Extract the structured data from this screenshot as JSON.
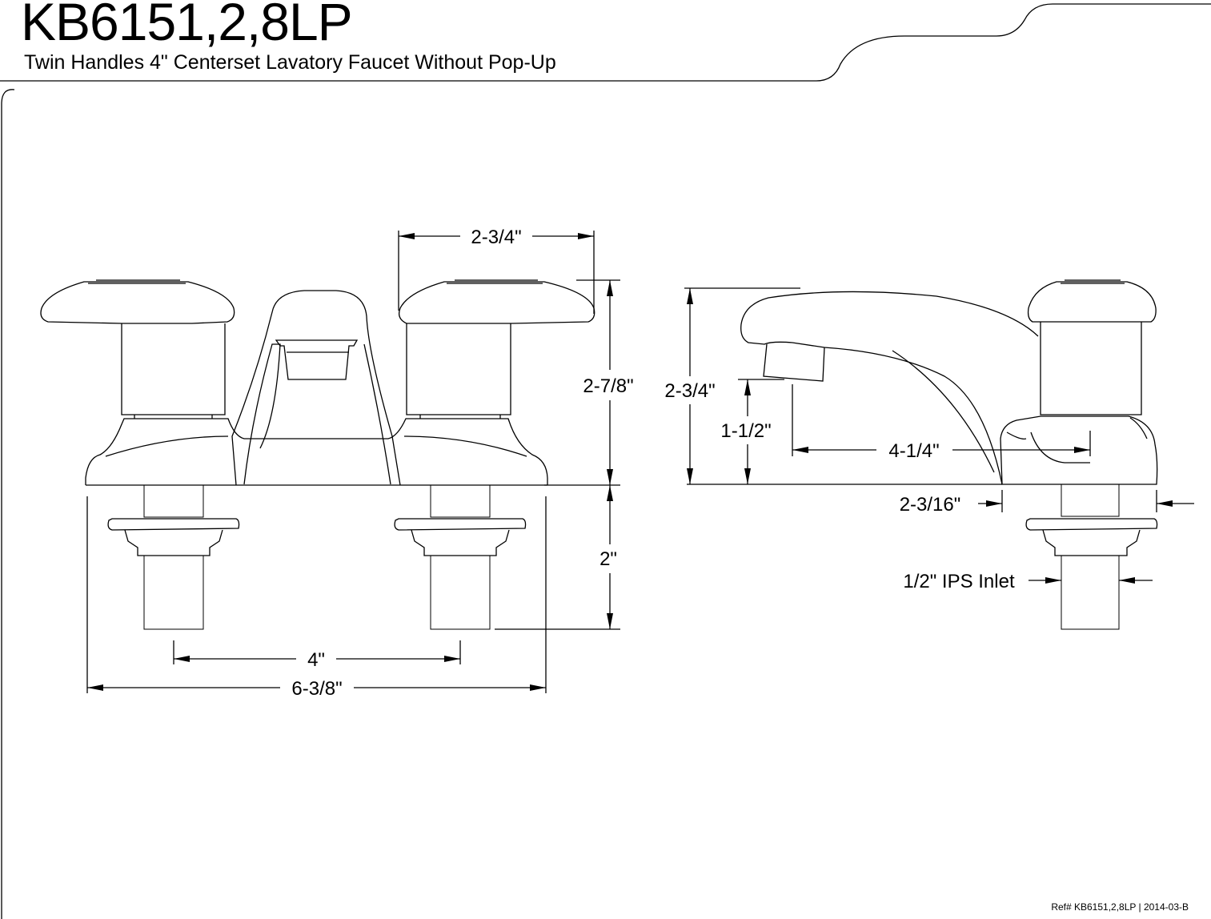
{
  "header": {
    "model": "KB6151,2,8LP",
    "description": "Twin Handles 4\" Centerset Lavatory Faucet Without Pop-Up"
  },
  "dimensions": {
    "handle_width": "2-3/4\"",
    "body_height": "2-7/8\"",
    "shank_length": "2\"",
    "center_spacing": "4\"",
    "base_width": "6-3/8\"",
    "side_height": "2-3/4\"",
    "aerator_clearance": "1-1/2\"",
    "spout_reach": "4-1/4\"",
    "base_depth": "2-3/16\"",
    "inlet": "1/2\" IPS Inlet"
  },
  "footer": {
    "reference": "Ref# KB6151,2,8LP | 2014-03-B"
  },
  "colors": {
    "line": "#000000",
    "background": "#ffffff"
  }
}
